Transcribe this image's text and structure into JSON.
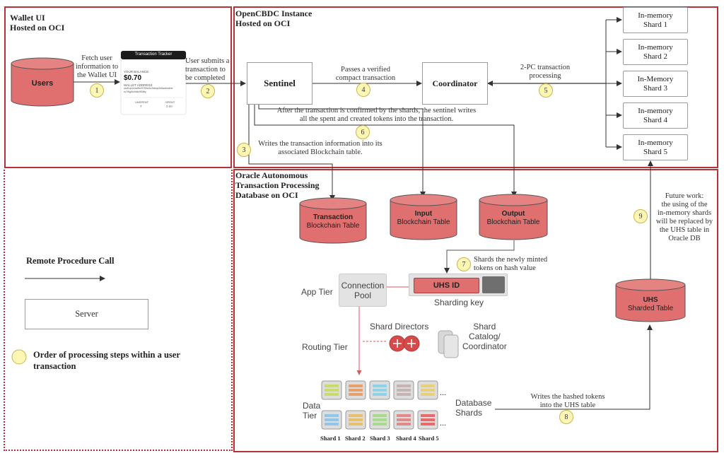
{
  "wallet_panel": {
    "title_line1": "Wallet  UI",
    "title_line2": "Hosted on OCI"
  },
  "opencbdc_panel": {
    "title_line1": "OpenCBDC Instance",
    "title_line2": "Hosted on OCI"
  },
  "oracle_panel": {
    "title_line1": "Oracle Autonomous",
    "title_line2": "Transaction Processing",
    "title_line3": "Database on OCI"
  },
  "users": {
    "label": "Users"
  },
  "fetch_note": {
    "line1": "Fetch user",
    "line2": "information to",
    "line3": "the Wallet UI"
  },
  "submit_note": {
    "line1": "User submits a",
    "line2": "transaction to",
    "line3": "be completed"
  },
  "wallet_card": {
    "header": "Transaction Tracker",
    "balance_label": "YOUR BALANCE",
    "balance": "$0.70",
    "address_label": "WALLET ADDRESS",
    "address": "usd1qx4mw5kz97t9hz3c2drlqs2k5wdmdme",
    "address2": "m7t5g0k4h8z9f08ty",
    "unspent_label": "UNSPENT",
    "unspent_value": "7",
    "spent_label": "SPENT",
    "spent_value": "0.00"
  },
  "sentinel": {
    "label": "Sentinel"
  },
  "coordinator": {
    "label": "Coordinator"
  },
  "passes_note": {
    "line1": "Passes a verified",
    "line2": "compact transaction"
  },
  "twopc_note": {
    "line1": "2-PC transaction",
    "line2": "processing"
  },
  "confirm_note": {
    "line1": "After the transaction is confirmed by the shards, the sentinel writes",
    "line2": "all the spent and created tokens into the transaction."
  },
  "writes_note": {
    "line1": "Writes the transaction information into its",
    "line2": "associated Blockchain table."
  },
  "shards": [
    {
      "line1": "In-memory",
      "line2": "Shard 1"
    },
    {
      "line1": "In-memory",
      "line2": "Shard 2"
    },
    {
      "line1": "In-Memory",
      "line2": "Shard 3"
    },
    {
      "line1": "In-memory",
      "line2": "Shard 4"
    },
    {
      "line1": "In-memory",
      "line2": "Shard 5"
    }
  ],
  "tables": {
    "transaction": {
      "title": "Transaction",
      "sub": "Blockchain Table"
    },
    "input": {
      "title": "Input",
      "sub": "Blockchain Table"
    },
    "output": {
      "title": "Output",
      "sub": "Blockchain Table"
    },
    "uhs": {
      "title": "UHS",
      "sub": "Sharded Table"
    }
  },
  "shards_minted_note": {
    "line1": "Shards the newly minted",
    "line2": "tokens on hash value"
  },
  "uhs_id": {
    "label": "UHS ID",
    "key_label": "Sharding key"
  },
  "app_tier": {
    "label": "App Tier"
  },
  "connection_pool": {
    "line1": "Connection",
    "line2": "Pool"
  },
  "shard_directors": {
    "label": "Shard Directors"
  },
  "shard_catalog": {
    "line1": "Shard",
    "line2": "Catalog/",
    "line3": "Coordinator"
  },
  "routing_tier": {
    "label": "Routing Tier"
  },
  "data_tier": {
    "line1": "Data",
    "line2": "Tier"
  },
  "database_shards": {
    "line1": "Database",
    "line2": "Shards"
  },
  "db_shard_labels": [
    "Shard 1",
    "Shard 2",
    "Shard 3",
    "Shard 4",
    "Shard 5"
  ],
  "ellipsis": "...",
  "hashed_note": {
    "line1": "Writes the hashed tokens",
    "line2": "into the UHS table"
  },
  "future_note": {
    "line1": "Future work:",
    "line2": "the using of  the",
    "line3": "in-memory shards",
    "line4": "will be replaced by",
    "line5": "the UHS table  in",
    "line6": "Oracle DB"
  },
  "legend": {
    "rpc_label": "Remote Procedure Call",
    "server_label": "Server",
    "order_line1": "Order of processing steps within a user",
    "order_line2": "transaction"
  },
  "steps": [
    "1",
    "2",
    "3",
    "4",
    "5",
    "6",
    "7",
    "8",
    "9"
  ],
  "colors": {
    "border": "#b83235",
    "cylinder": "#e07070",
    "step_fill": "#fdf6b4",
    "gray_box": "#e3e3e3"
  }
}
